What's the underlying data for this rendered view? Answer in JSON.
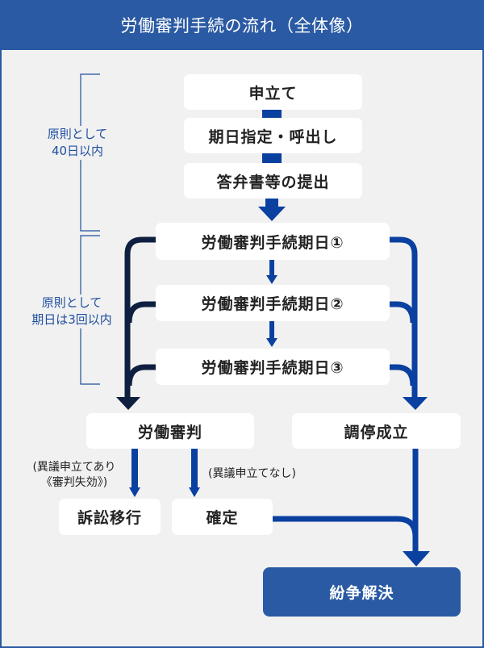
{
  "title": "労働審判手続の流れ（全体像）",
  "colors": {
    "header_bg": "#2a5aa3",
    "frame_bg": "#f1f1f1",
    "arrow_blue": "#0a40a0",
    "arrow_navy": "#0f1f40",
    "label_blue": "#1f4fa0",
    "final_bg": "#2a5aa3"
  },
  "side_labels": {
    "first": [
      "原則として",
      "40日以内"
    ],
    "second": [
      "原則として",
      "期日は3回以内"
    ]
  },
  "steps": {
    "filing": "申立て",
    "scheduling": "期日指定・呼出し",
    "answer": "答弁書等の提出",
    "hearing1": "労働審判手続期日①",
    "hearing2": "労働審判手続期日②",
    "hearing3": "労働審判手続期日③",
    "decision": "労働審判",
    "mediation": "調停成立",
    "lawsuit": "訴訟移行",
    "finalized": "確定",
    "resolution": "紛争解決"
  },
  "notes": {
    "objection_line1": "(異議申立てあり",
    "objection_line2": "《審判失効》)",
    "no_objection": "(異議申立てなし)"
  }
}
